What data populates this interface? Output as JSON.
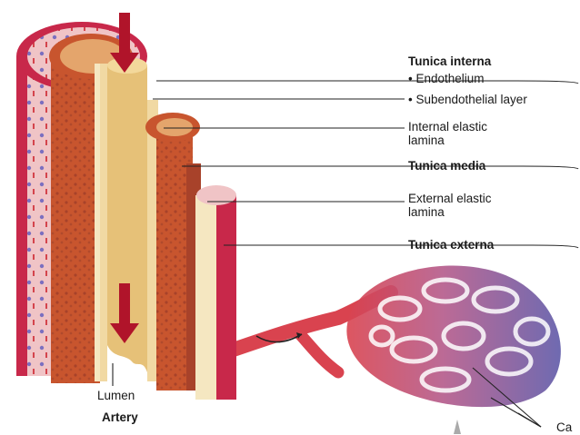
{
  "labels": {
    "tunica_interna": "Tunica interna",
    "endothelium": "• Endothelium",
    "subendothelial_layer": "• Subendothelial layer",
    "internal_elastic_lamina_line1": "Internal elastic",
    "internal_elastic_lamina_line2": "lamina",
    "tunica_media": "Tunica media",
    "external_elastic_lamina_line1": "External elastic",
    "external_elastic_lamina_line2": "lamina",
    "tunica_externa": "Tunica externa",
    "lumen": "Lumen",
    "artery": "Artery",
    "capillary_partial": "Ca"
  },
  "colors": {
    "adventitia": "#c8284a",
    "adventitia_light": "#f0c4c6",
    "media": "#c8552e",
    "media_dark": "#a8422a",
    "intima": "#f1d9a3",
    "lumen_fill": "#e6c178",
    "arrow": "#b0142a",
    "vessel_red": "#d9434f",
    "vessel_blue": "#5f5aa8",
    "leader_line": "#222222"
  }
}
